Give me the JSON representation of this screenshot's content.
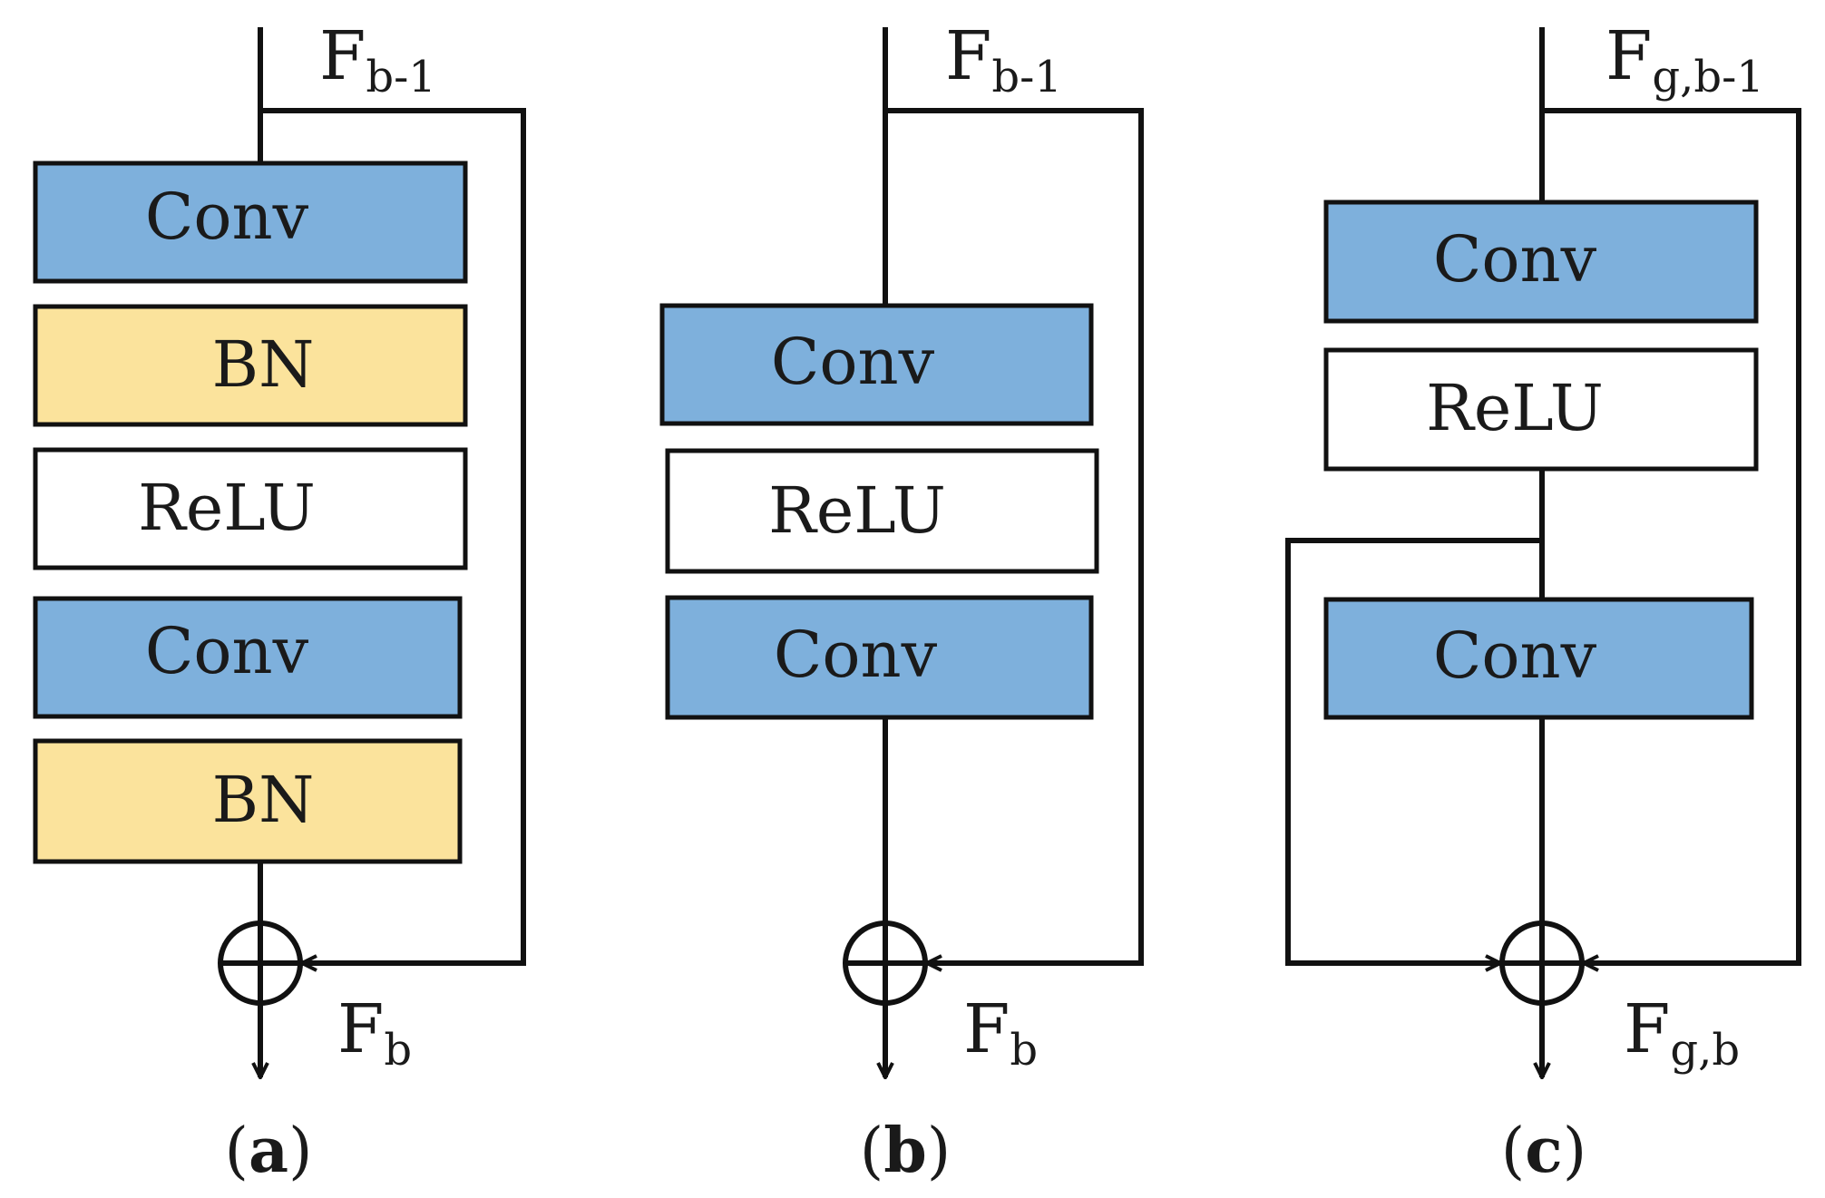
{
  "colors": {
    "conv": "#7eb0dc",
    "bn": "#fbe39c",
    "relu": "#ffffff",
    "line": "#111111"
  },
  "panels": {
    "a": {
      "input_label": "F",
      "input_sub": "b-1",
      "output_label": "F",
      "output_sub": "b",
      "blocks": [
        "Conv",
        "BN",
        "ReLU",
        "Conv",
        "BN"
      ],
      "caption_open": "(",
      "caption_letter": "a",
      "caption_close": ")"
    },
    "b": {
      "input_label": "F",
      "input_sub": "b-1",
      "output_label": "F",
      "output_sub": "b",
      "blocks": [
        "Conv",
        "ReLU",
        "Conv"
      ],
      "caption_open": "(",
      "caption_letter": "b",
      "caption_close": ")"
    },
    "c": {
      "input_label": "F",
      "input_sub": "g,b-1",
      "output_label": "F",
      "output_sub": "g,b",
      "blocks": [
        "Conv",
        "ReLU",
        "Conv"
      ],
      "caption_open": "(",
      "caption_letter": "c",
      "caption_close": ")"
    }
  }
}
